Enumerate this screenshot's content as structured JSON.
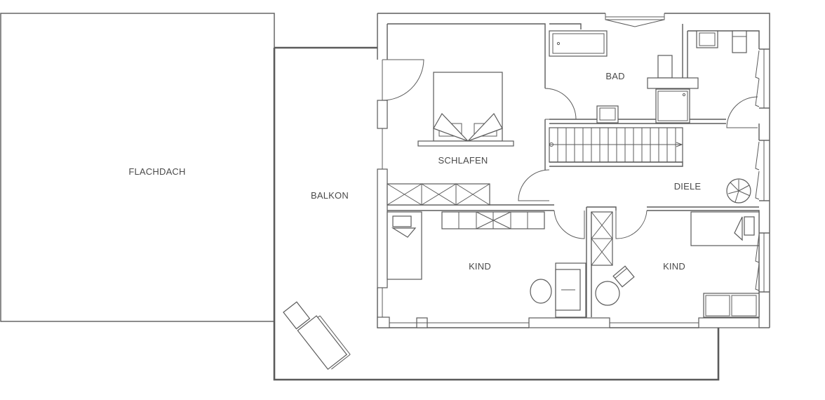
{
  "colors": {
    "line": "#5b5b5b",
    "text": "#4a4a4a",
    "background": "#ffffff"
  },
  "rooms": {
    "flachdach": "FLACHDACH",
    "balkon": "BALKON",
    "schlafen": "SCHLAFEN",
    "bad": "BAD",
    "diele": "DIELE",
    "kind_left": "KIND",
    "kind_right": "KIND"
  }
}
